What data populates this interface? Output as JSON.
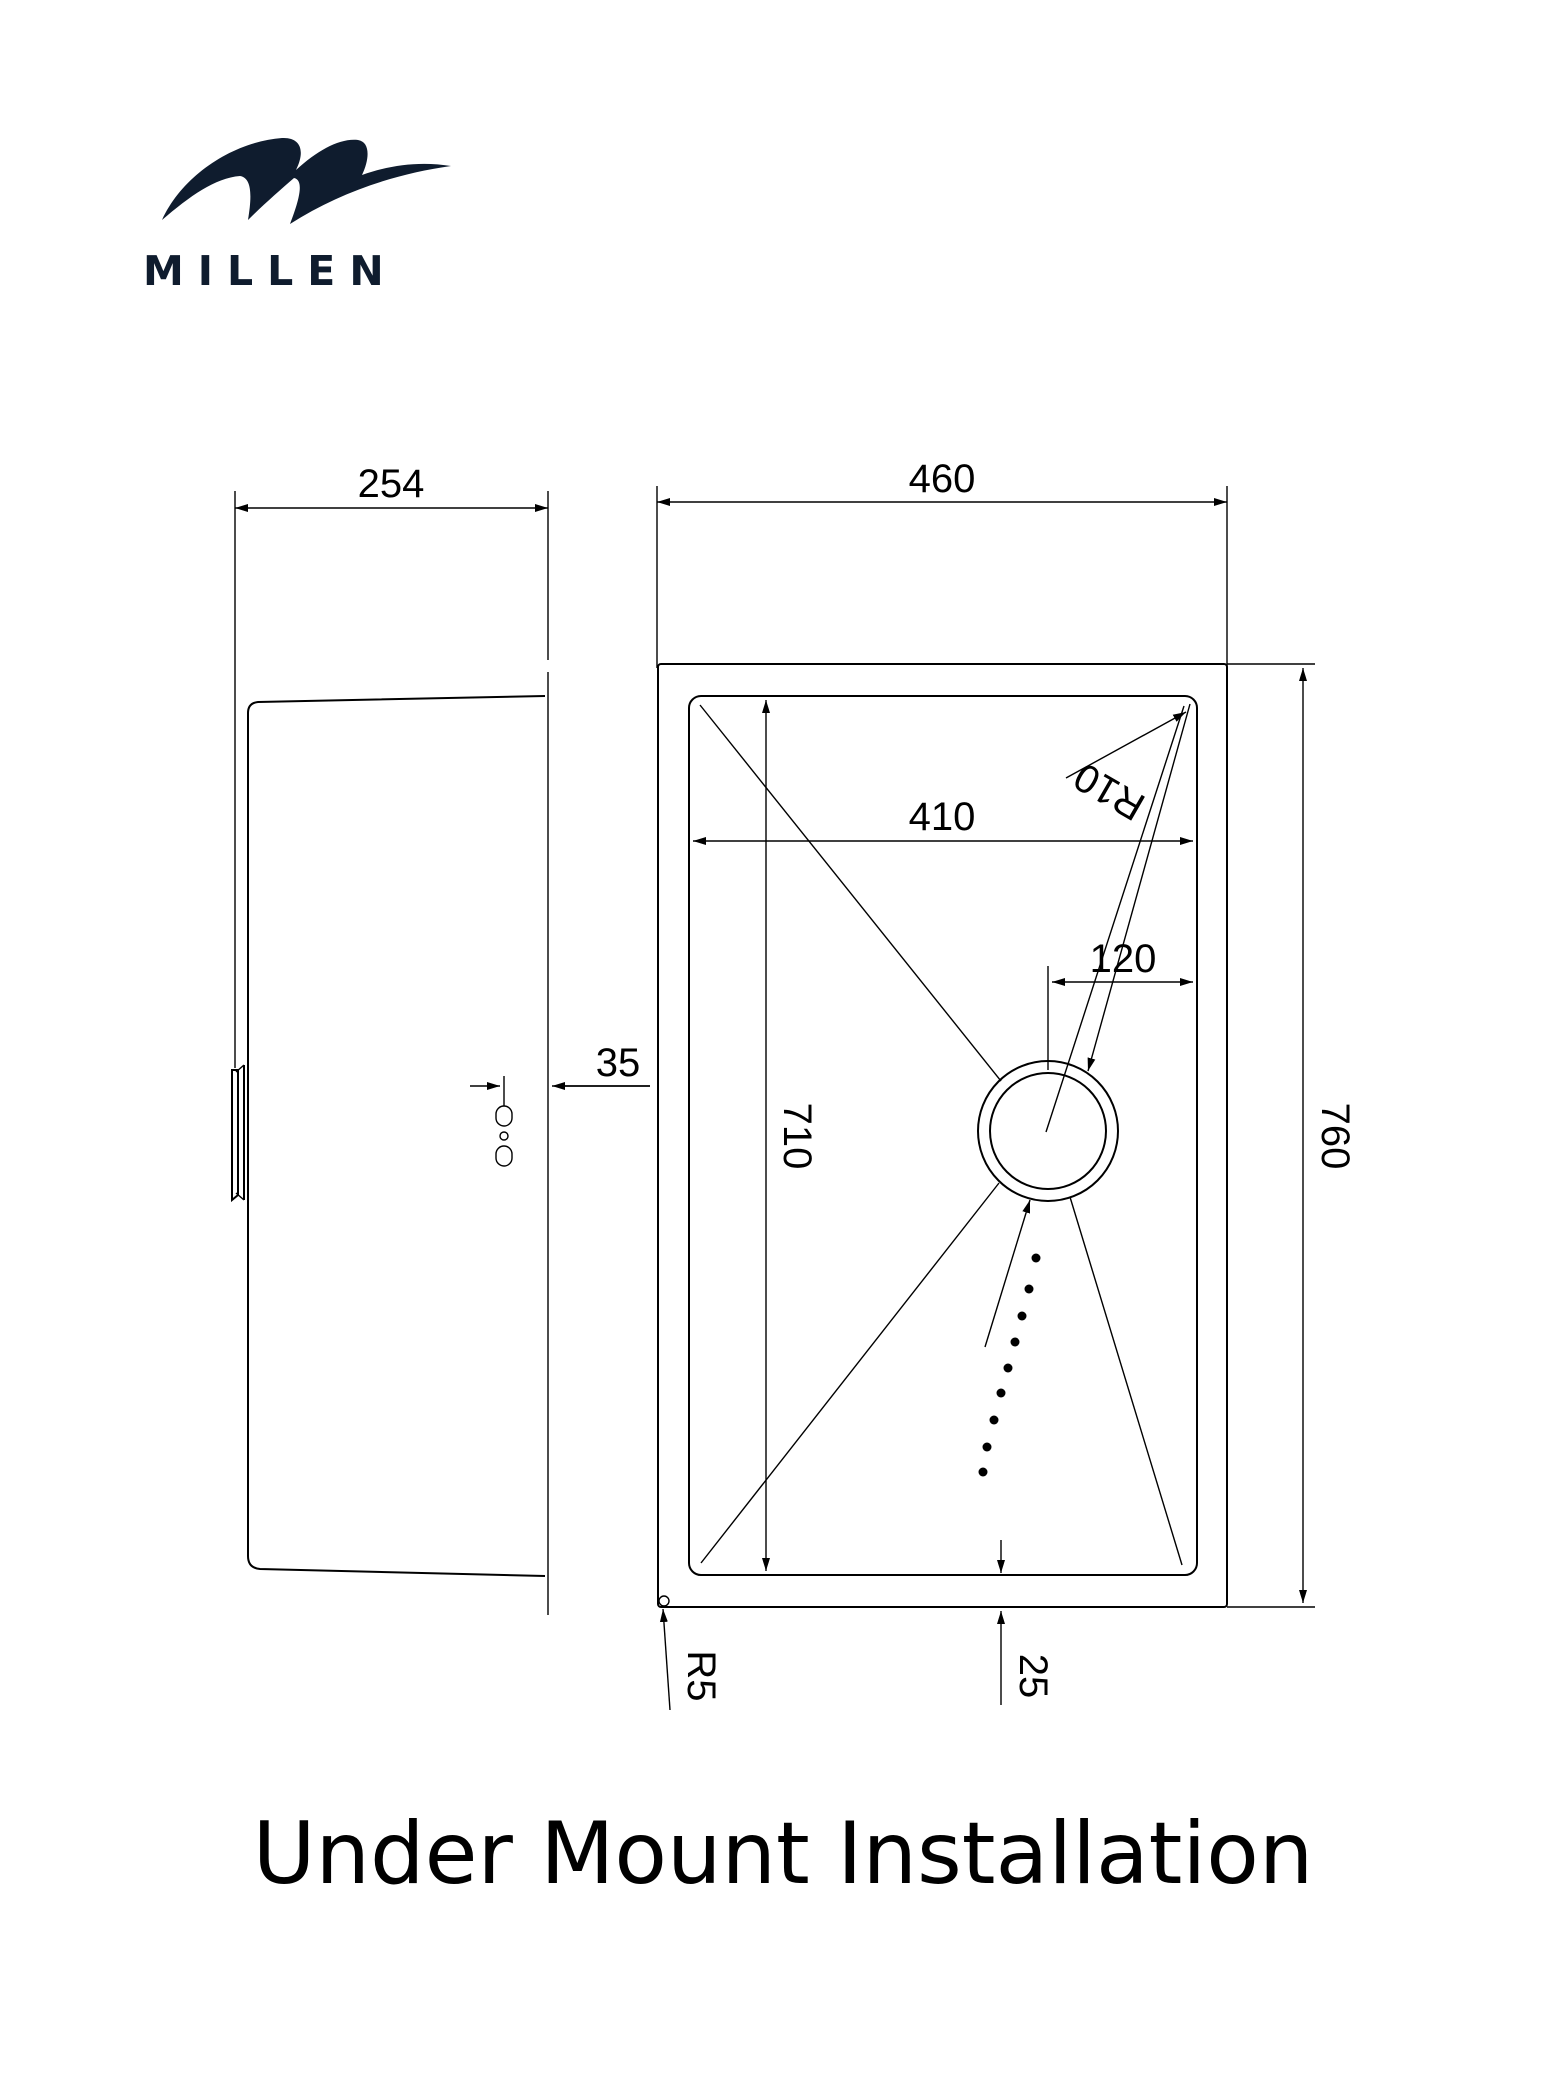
{
  "brand": {
    "name": "MILLEN",
    "color": "#0f1c2e"
  },
  "caption": "Under Mount Installation",
  "dimensions": {
    "side_width": "254",
    "overall_width": "460",
    "inner_width": "410",
    "drain_offset": "120",
    "rim_height": "35",
    "inner_length": "710",
    "overall_length": "760",
    "corner_radius_inner": "R10",
    "corner_radius_outer": "R5",
    "bottom_offset": "25"
  },
  "colors": {
    "line": "#000000",
    "background": "#ffffff"
  }
}
